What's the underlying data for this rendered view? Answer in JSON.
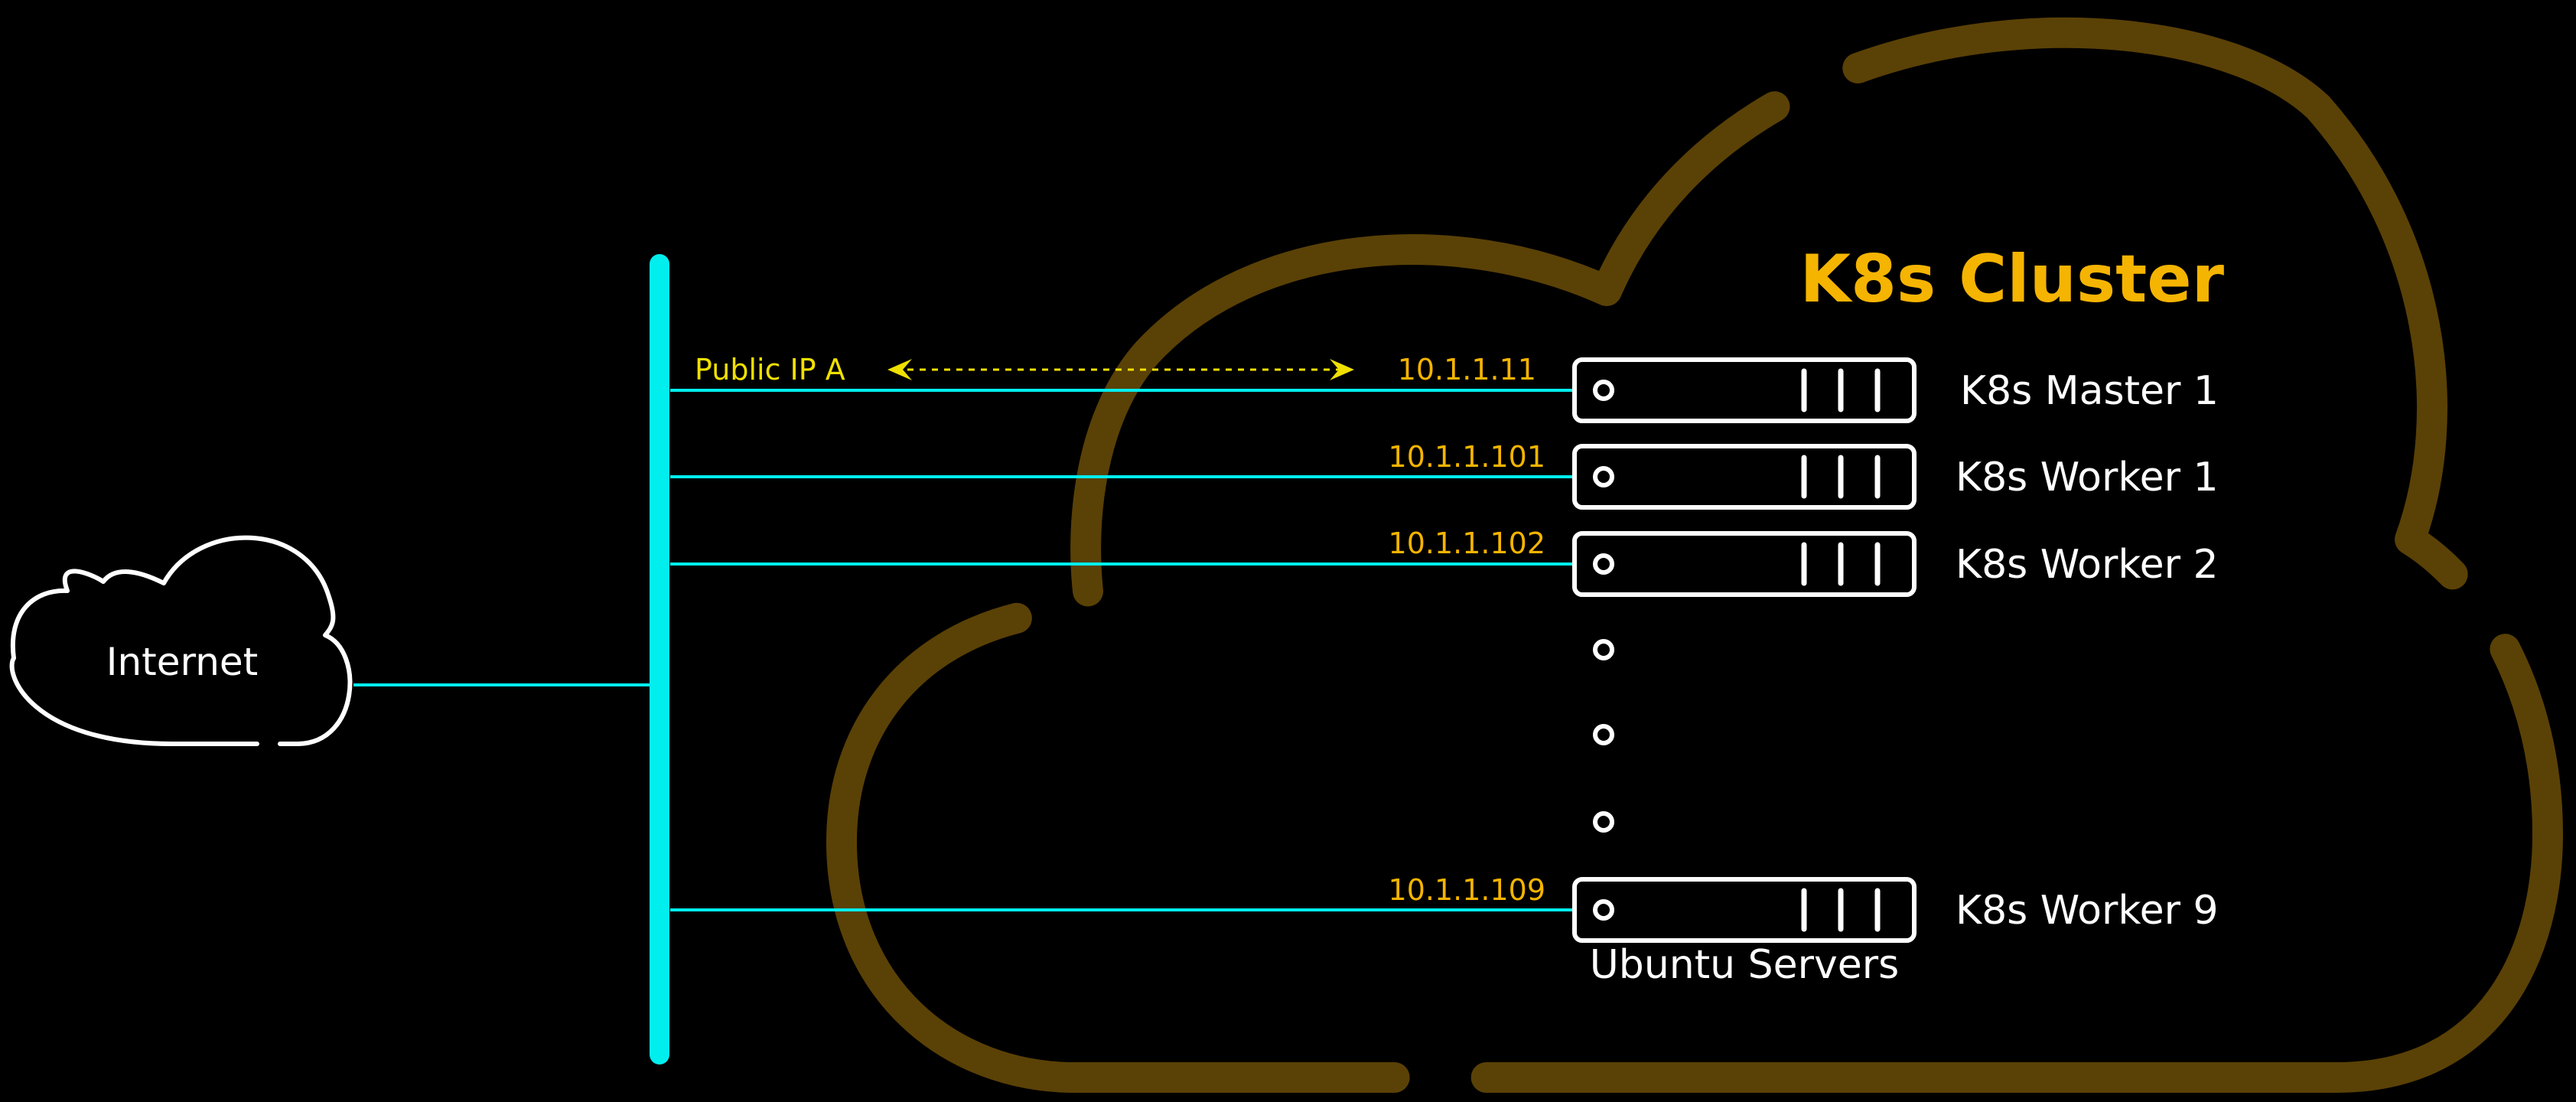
{
  "colors": {
    "background": "#000000",
    "cloud_outline": "#5a4106",
    "network": "#00eeee",
    "ip_label": "#f5b400",
    "title": "#f5b400",
    "public_ip": "#f0e000",
    "server": "#ffffff"
  },
  "internet": {
    "label": "Internet",
    "icon": "cloud-icon"
  },
  "cluster": {
    "title": "K8s Cluster",
    "icon": "cloud-icon"
  },
  "public_ip": {
    "label": "Public IP A"
  },
  "servers": [
    {
      "ip": "10.1.1.11",
      "name": "K8s Master 1"
    },
    {
      "ip": "10.1.1.101",
      "name": "K8s Worker 1"
    },
    {
      "ip": "10.1.1.102",
      "name": "K8s Worker 2"
    },
    {
      "ip": "10.1.1.109",
      "name": "K8s Worker 9"
    }
  ],
  "servers_caption": "Ubuntu Servers"
}
